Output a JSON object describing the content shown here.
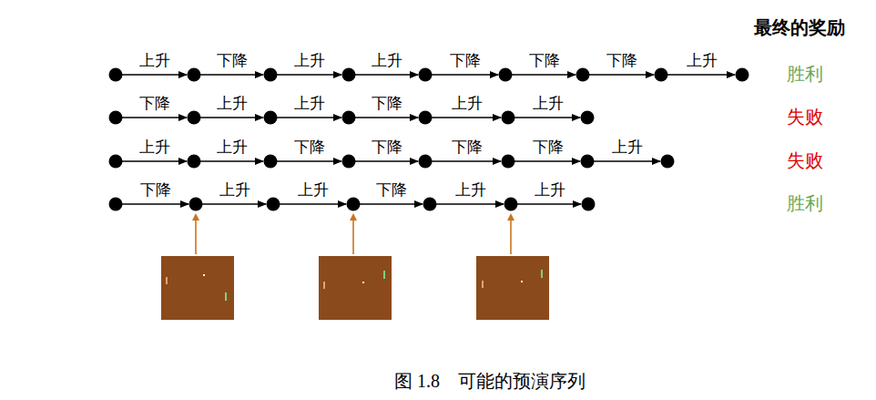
{
  "diagram": {
    "caption": "图 1.8　可能的预演序列",
    "labels": [
      "最终的奖励",
      "上升",
      "下降",
      "上升",
      "上升",
      "下降",
      "下降",
      "下降",
      "上升",
      "胜利",
      "下降",
      "上升",
      "上升",
      "下降",
      "上升",
      "上升",
      "失败",
      "上升",
      "上升",
      "下降",
      "下降",
      "下降",
      "下降",
      "上升",
      "失败",
      "下降",
      "上升",
      "上升",
      "下降",
      "上升",
      "上升",
      "胜利"
    ]
  }
}
